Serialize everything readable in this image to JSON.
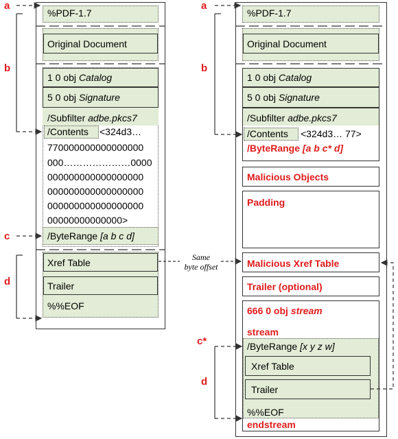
{
  "left": {
    "header": "%PDF-1.7",
    "original": "Original Document",
    "catalog_prefix": "1 0 obj ",
    "catalog_name": "Catalog",
    "sig_prefix": "5 0 obj ",
    "sig_name": "Signature",
    "subfilter_prefix": "/Subfilter ",
    "subfilter_value": "adbe.pkcs7",
    "contents_key": "/Contents",
    "contents_value": "<324d3…",
    "hex_lines": [
      "770000000000000000",
      "000…………………0000",
      "000000000000000000",
      "000000000000000000",
      "000000000000000000",
      "00000000000000>"
    ],
    "byterange_prefix": "/ByteRange ",
    "byterange_value": "[a b c d]",
    "xref": "Xref Table",
    "trailer": "Trailer",
    "eof": "%%EOF"
  },
  "right": {
    "header": "%PDF-1.7",
    "original": "Original Document",
    "catalog_prefix": "1 0 obj ",
    "catalog_name": "Catalog",
    "sig_prefix": "5 0 obj ",
    "sig_name": "Signature",
    "subfilter_prefix": "/Subfilter ",
    "subfilter_value": "adbe.pkcs7",
    "contents_key": "/Contents",
    "contents_value": "<324d3… 77>",
    "byterange_prefix": "/ByteRange ",
    "byterange_value": "[a b c* d]",
    "malicious_objects": "Malicious Objects",
    "padding": "Padding",
    "malicious_xref": "Malicious Xref Table",
    "trailer_optional": "Trailer (optional)",
    "stream_prefix": "666 0 obj ",
    "stream_name": "stream",
    "stream_kw": "stream",
    "inner_byterange_prefix": "/ByteRange ",
    "inner_byterange_value": "[x y z w]",
    "inner_xref": "Xref Table",
    "inner_trailer": "Trailer",
    "eof": "%%EOF",
    "endstream": "endstream"
  },
  "labels": {
    "a": "a",
    "b": "b",
    "c": "c",
    "d": "d",
    "c_star": "c*"
  },
  "note": {
    "line1": "Same",
    "line2": "byte offset"
  },
  "colors": {
    "green": "#e2ecd6",
    "red": "#e01b1b",
    "line": "#333333"
  }
}
